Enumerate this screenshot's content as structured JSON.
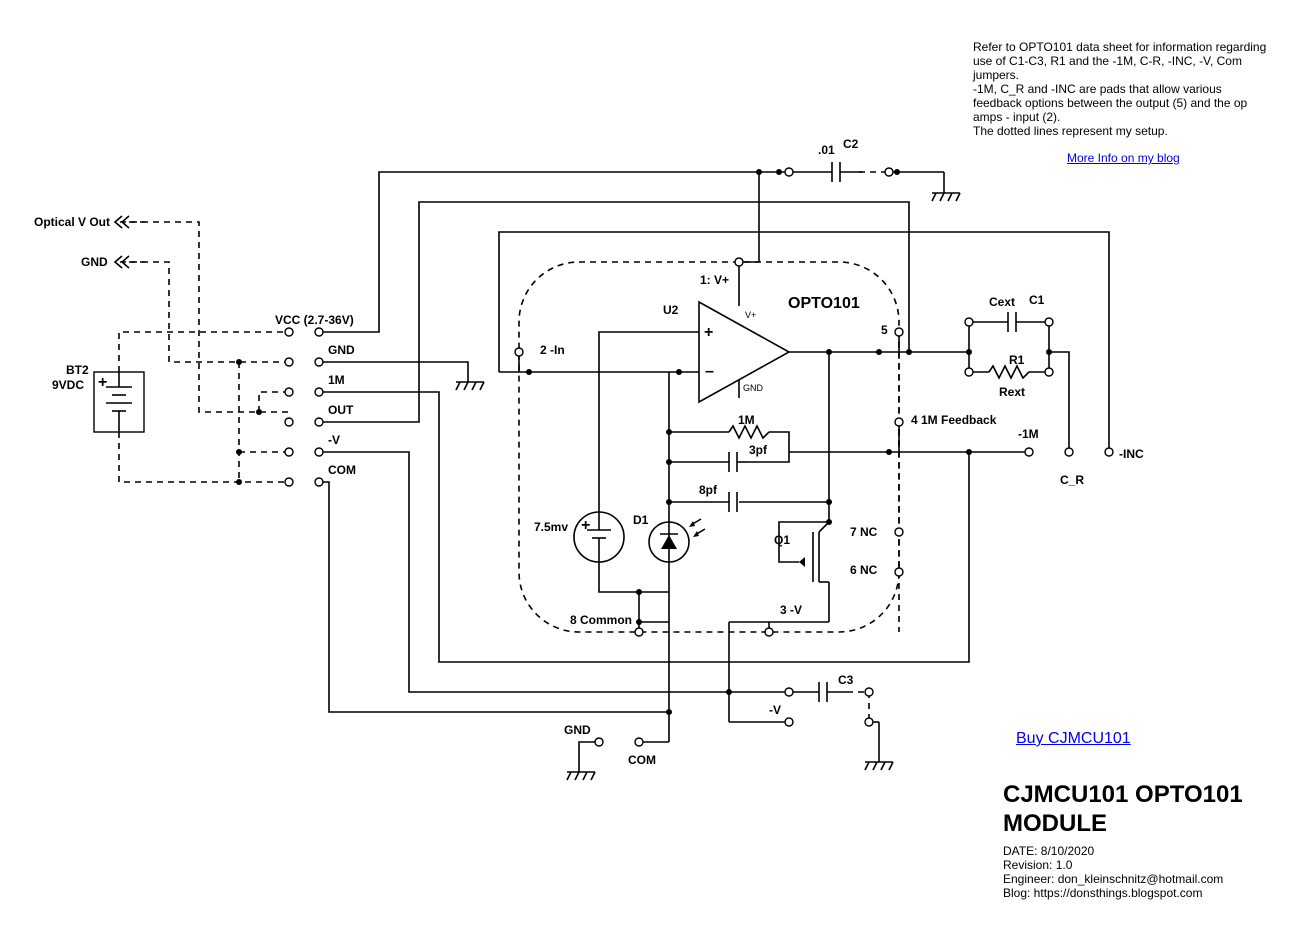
{
  "notes": {
    "line1": "Refer to OPTO101 data sheet for information regarding use of C1-C3, R1 and the -1M, C-R, -INC, -V, Com jumpers.",
    "line2": "-1M, C_R and -INC are pads that allow various feedback options between the output (5) and the op amps - input (2).",
    "line3": "The dotted lines represent my setup."
  },
  "links": {
    "blog": "More Info on my blog",
    "buy": "Buy CJMCU101"
  },
  "title_block": {
    "title": "CJMCU101 OPTO101 MODULE",
    "date": "DATE: 8/10/2020",
    "revision": "Revision: 1.0",
    "engineer": "Engineer: don_kleinschnitz@hotmail.com",
    "blog": "Blog: https://donsthings.blogspot.com"
  },
  "labels": {
    "optical_out": "Optical V Out",
    "gnd_out": "GND",
    "bt2": "BT2",
    "bt2_value": "9VDC",
    "hdr_vcc": "VCC (2.7-36V)",
    "hdr_gnd": "GND",
    "hdr_1m": "1M",
    "hdr_out": "OUT",
    "hdr_negv": "-V",
    "hdr_com": "COM",
    "c2_value": ".01",
    "c2": "C2",
    "pin1": "1: V+",
    "u2": "U2",
    "opto101": "OPTO101",
    "vplus": "V+",
    "opamp_gnd": "GND",
    "pin2": "2 -In",
    "pin5": "5",
    "cext": "Cext",
    "c1": "C1",
    "r1": "R1",
    "rext": "Rext",
    "pin4": "4 1M Feedback",
    "neg1m": "-1M",
    "neginc": "-INC",
    "c_r": "C_R",
    "r_1m": "1M",
    "c_3pf": "3pf",
    "c_8pf": "8pf",
    "v75": "7.5mv",
    "d1": "D1",
    "q1": "Q1",
    "pin7": "7 NC",
    "pin6": "6 NC",
    "pin8": "8 Common",
    "pin3": "3 -V",
    "c3": "C3",
    "bot_negv": "-V",
    "bot_gnd": "GND",
    "bot_com": "COM"
  }
}
